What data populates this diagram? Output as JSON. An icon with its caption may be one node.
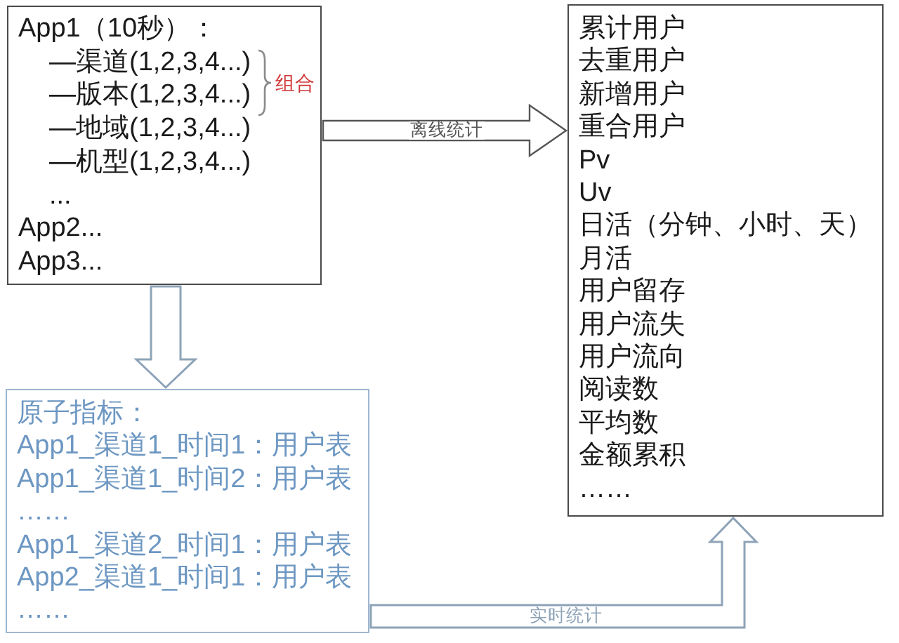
{
  "diagram": {
    "nodes": [
      {
        "text": [
          "App1（10秒）：",
          "—渠道(1,2,3,4...)",
          "—版本(1,2,3,4...)",
          "—地域(1,2,3,4...)",
          "—机型(1,2,3,4...)",
          "...",
          "App2...",
          "App3..."
        ]
      },
      {
        "text": [
          "累计用户",
          "去重用户",
          "新增用户",
          "重合用户",
          "Pv",
          "Uv",
          "日活（分钟、小时、天）",
          "月活",
          "用户留存",
          "用户流失",
          "用户流向",
          "阅读数",
          "平均数",
          "金额累积",
          "……"
        ]
      },
      {
        "text": [
          "原子指标：",
          "App1_渠道1_时间1：用户表",
          "App1_渠道1_时间2：用户表",
          "……",
          "App1_渠道2_时间1：用户表",
          "App2_渠道1_时间1：用户表",
          "……"
        ]
      }
    ],
    "edges": [
      {
        "from": 0,
        "to": 1,
        "arrow": "to",
        "label": "离线统计",
        "color": "#555555"
      },
      {
        "from": 0,
        "to": 2,
        "arrow": "to"
      },
      {
        "from": 2,
        "to": 1,
        "arrow": "to",
        "label": "实时统计"
      }
    ],
    "labels": [
      "组合"
    ]
  }
}
